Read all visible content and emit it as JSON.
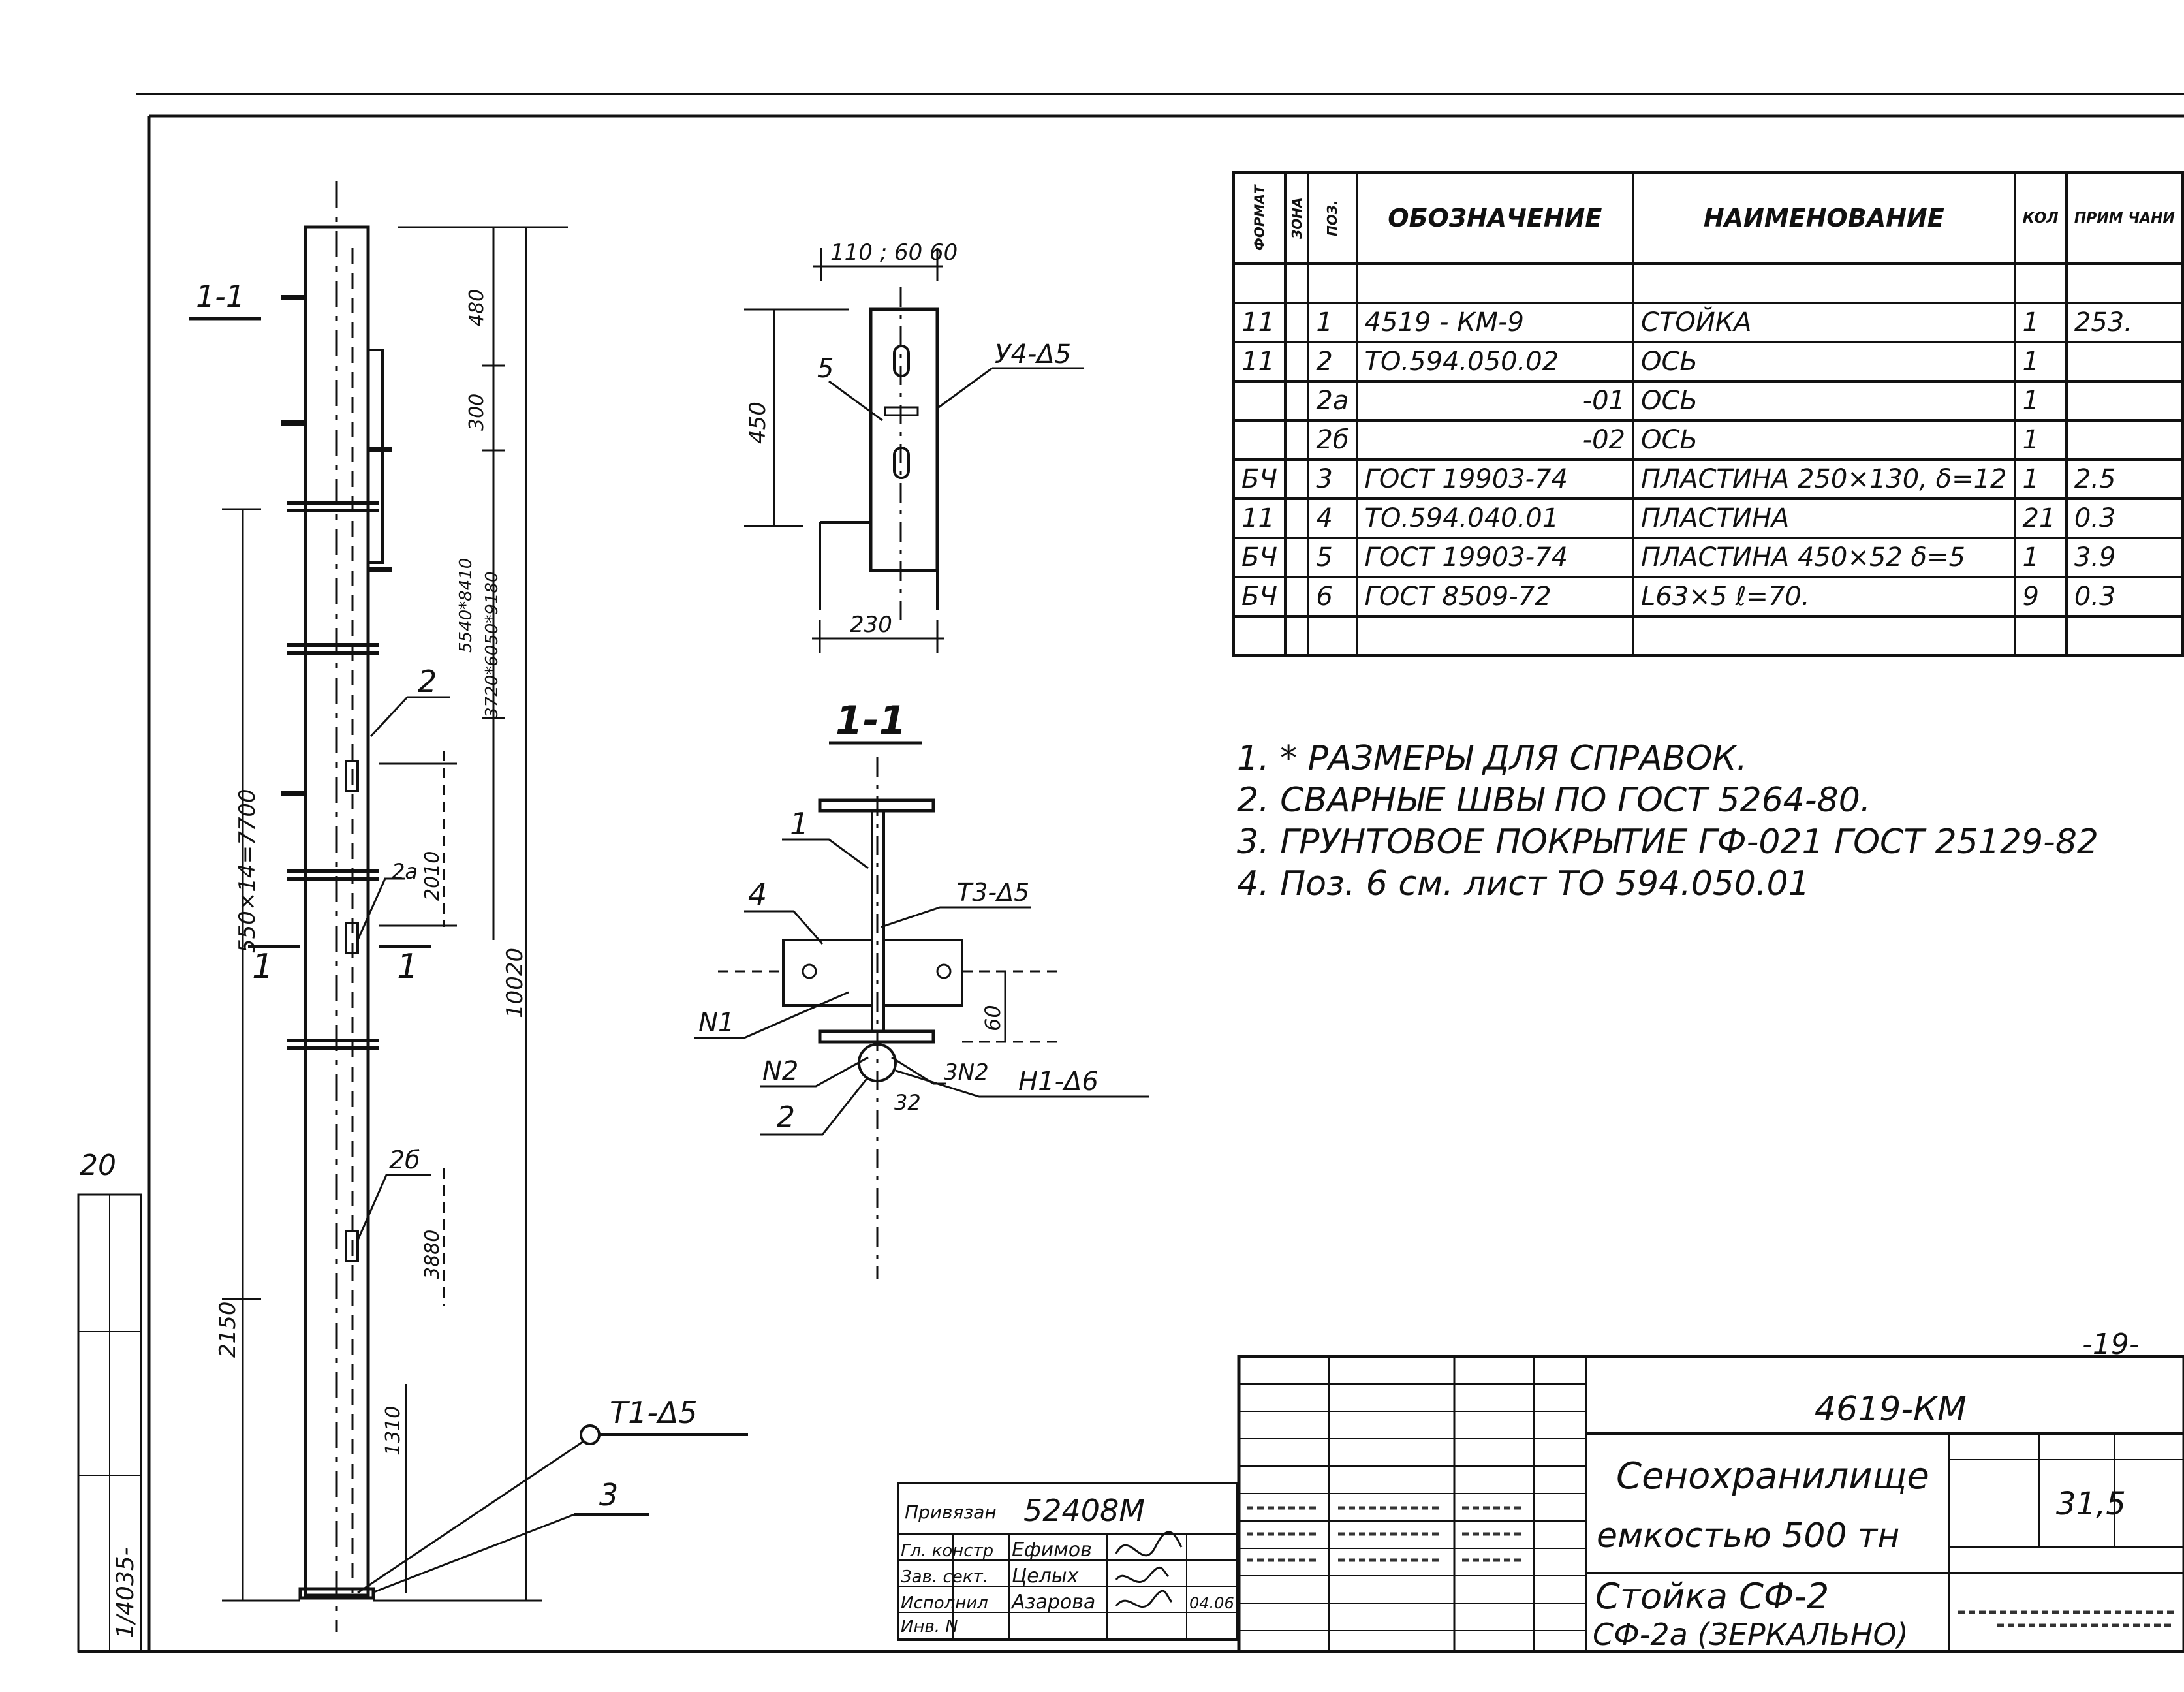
{
  "spec_table": {
    "headers": {
      "format": "ФОРМАТ",
      "zone": "ЗОНА",
      "pos": "ПОЗ.",
      "designation": "ОБОЗНАЧЕНИЕ",
      "name": "НАИМЕНОВАНИЕ",
      "qty": "КОЛ",
      "note": "ПРИМ ЧАНИ"
    },
    "rows": [
      {
        "format": "11",
        "zone": "",
        "pos": "1",
        "designation": "4519 - КМ-9",
        "name": "СТОЙКА",
        "qty": "1",
        "note": "253."
      },
      {
        "format": "11",
        "zone": "",
        "pos": "2",
        "designation": "ТО.594.050.02",
        "name": "ОСЬ",
        "qty": "1",
        "note": ""
      },
      {
        "format": "",
        "zone": "",
        "pos": "2а",
        "designation": "-01",
        "name": "ОСЬ",
        "qty": "1",
        "note": ""
      },
      {
        "format": "",
        "zone": "",
        "pos": "2б",
        "designation": "-02",
        "name": "ОСЬ",
        "qty": "1",
        "note": ""
      },
      {
        "format": "БЧ",
        "zone": "",
        "pos": "3",
        "designation": "ГОСТ 19903-74",
        "name": "ПЛАСТИНА 250×130, δ=12",
        "qty": "1",
        "note": "2.5"
      },
      {
        "format": "11",
        "zone": "",
        "pos": "4",
        "designation": "ТО.594.040.01",
        "name": "ПЛАСТИНА",
        "qty": "21",
        "note": "0.3"
      },
      {
        "format": "БЧ",
        "zone": "",
        "pos": "5",
        "designation": "ГОСТ 19903-74",
        "name": "ПЛАСТИНА 450×52 δ=5",
        "qty": "1",
        "note": "3.9"
      },
      {
        "format": "БЧ",
        "zone": "",
        "pos": "6",
        "designation": "ГОСТ 8509-72",
        "name": "L63×5 ℓ=70.",
        "qty": "9",
        "note": "0.3"
      }
    ]
  },
  "notes": [
    "1. * РАЗМЕРЫ ДЛЯ СПРАВОК.",
    "2. СВАРНЫЕ ШВЫ ПО ГОСТ 5264-80.",
    "3. ГРУНТОВОЕ ПОКРЫТИЕ ГФ-021 ГОСТ 25129-82",
    "4. Поз. 6 см. лист ТО 594.050.01"
  ],
  "elevation": {
    "dims": {
      "d1": "550×14=7700",
      "d2": "2150",
      "d3": "480",
      "d4": "300",
      "d5": "5540*8410",
      "d6": "3720*6050*9180",
      "d7": "10020",
      "d8": "2010",
      "d9": "3880",
      "d10": "1310"
    },
    "labels": {
      "section_top": "1-1",
      "section_left": "1",
      "section_right": "1",
      "pos2": "2",
      "pos2a": "2а",
      "pos2b": "2б",
      "pos3": "3",
      "weld": "Т1-Δ5"
    }
  },
  "detail_top": {
    "dims": {
      "top": "110 ; 60 60",
      "height": "450",
      "bottom": "230"
    },
    "labels": {
      "pos5": "5",
      "weld": "У4-Δ5"
    }
  },
  "section": {
    "title": "1-1",
    "labels": {
      "pos1": "1",
      "pos4": "4",
      "weld1": "Т3-Δ5",
      "n1": "N1",
      "n2": "N2",
      "n3": "3N2",
      "pos2": "2",
      "weld2": "Н1-Δ6",
      "dim60": "60",
      "dim32": "32"
    }
  },
  "page_mark": "-19-",
  "title_block": {
    "doc_code": "4619-КМ",
    "project": [
      "Сенохранилище",
      "емкостью 500 тн"
    ],
    "sheet_name": [
      "Стойка СФ-2",
      "СФ-2а (ЗЕРКАЛЬНО)"
    ],
    "stage_value": "31,5"
  },
  "binding_block": {
    "bound_label": "Привязан",
    "bound_value": "52408М",
    "rows": [
      {
        "role": "Гл. констр",
        "name": "Ефимов"
      },
      {
        "role": "Зав. сект.",
        "name": "Целых"
      },
      {
        "role": "Исполнил",
        "name": "Азарова",
        "date": "04.06"
      }
    ],
    "inv_label": "Инв. N"
  },
  "margin": {
    "top_mark": "20",
    "stamp": "1/4035-"
  }
}
